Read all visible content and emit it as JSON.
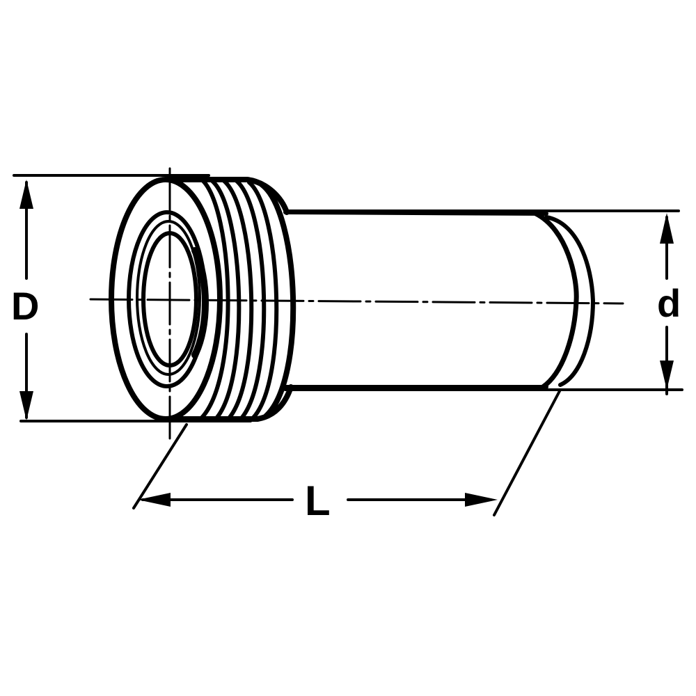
{
  "diagram": {
    "subject": "threaded bushing / sleeve",
    "line_color": "#000000",
    "background": "#ffffff",
    "labels": {
      "outer_diameter": "D",
      "inner_diameter": "d",
      "length": "L"
    }
  }
}
